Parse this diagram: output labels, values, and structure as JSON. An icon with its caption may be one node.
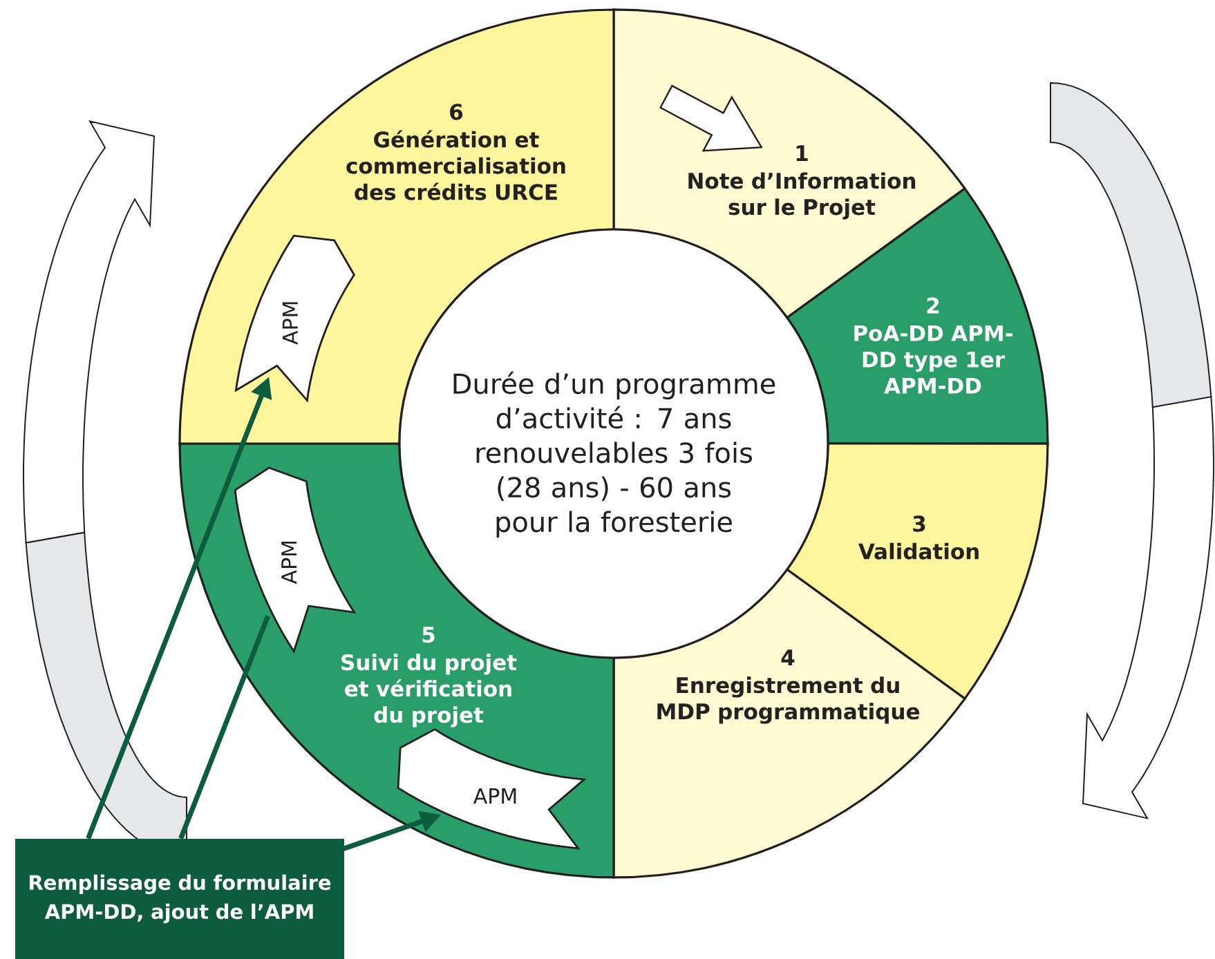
{
  "diagram": {
    "nodes": [
      {
        "text": [
          "1",
          "Note d’Information sur le Projet"
        ]
      },
      {
        "text": [
          "2",
          "PoA-DD APM-DD type 1er APM-DD"
        ]
      },
      {
        "text": [
          "3",
          "Validation"
        ]
      },
      {
        "text": [
          "4",
          "Enregistrement du MDP programmatique"
        ]
      },
      {
        "text": [
          "5",
          "Suivi du projet et vérification du projet"
        ]
      },
      {
        "text": [
          "6",
          "Génération et commercialisation des crédits URCE"
        ]
      },
      {
        "text": [
          "Durée d’un programme d’activité : 7 ans renouvelables 3 fois (28 ans) - 60 ans pour la foresterie"
        ]
      },
      {
        "text": [
          "APM"
        ],
        "in": 5
      },
      {
        "text": [
          "APM"
        ],
        "in": 4
      },
      {
        "text": [
          "APM"
        ],
        "in": 4
      },
      {
        "text": [
          "Remplissage du formulaire APM-DD, ajout de l’APM"
        ]
      }
    ],
    "edges": [
      {
        "from": 10,
        "to": 7,
        "arrow": "to"
      },
      {
        "from": 10,
        "to": 8,
        "arrow": "none"
      },
      {
        "from": 10,
        "to": 9,
        "arrow": "to"
      }
    ]
  }
}
